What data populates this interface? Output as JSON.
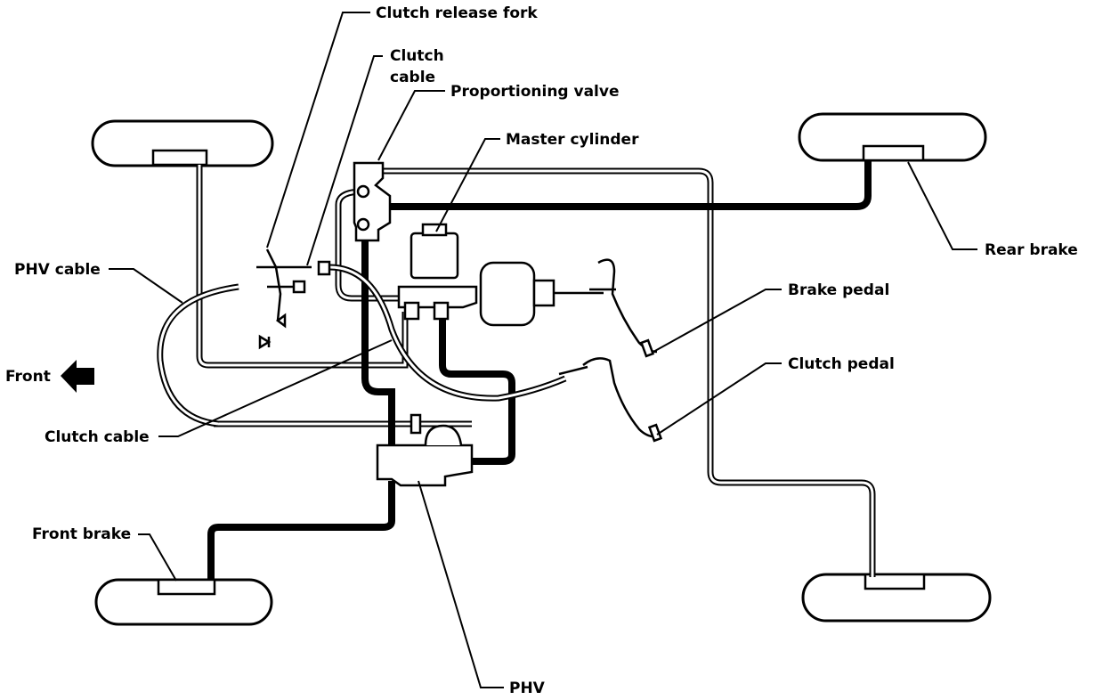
{
  "labels": {
    "clutch_release_fork": "Clutch release fork",
    "clutch_cable_top_line1": "Clutch",
    "clutch_cable_top_line2": "cable",
    "proportioning_valve": "Proportioning valve",
    "master_cylinder": "Master cylinder",
    "rear_brake": "Rear brake",
    "phv_cable": "PHV cable",
    "brake_pedal": "Brake pedal",
    "clutch_pedal": "Clutch pedal",
    "front": "Front",
    "clutch_cable_bottom": "Clutch cable",
    "front_brake": "Front brake",
    "phv": "PHV"
  },
  "icons": {
    "front_arrow": "left-arrow-icon"
  }
}
